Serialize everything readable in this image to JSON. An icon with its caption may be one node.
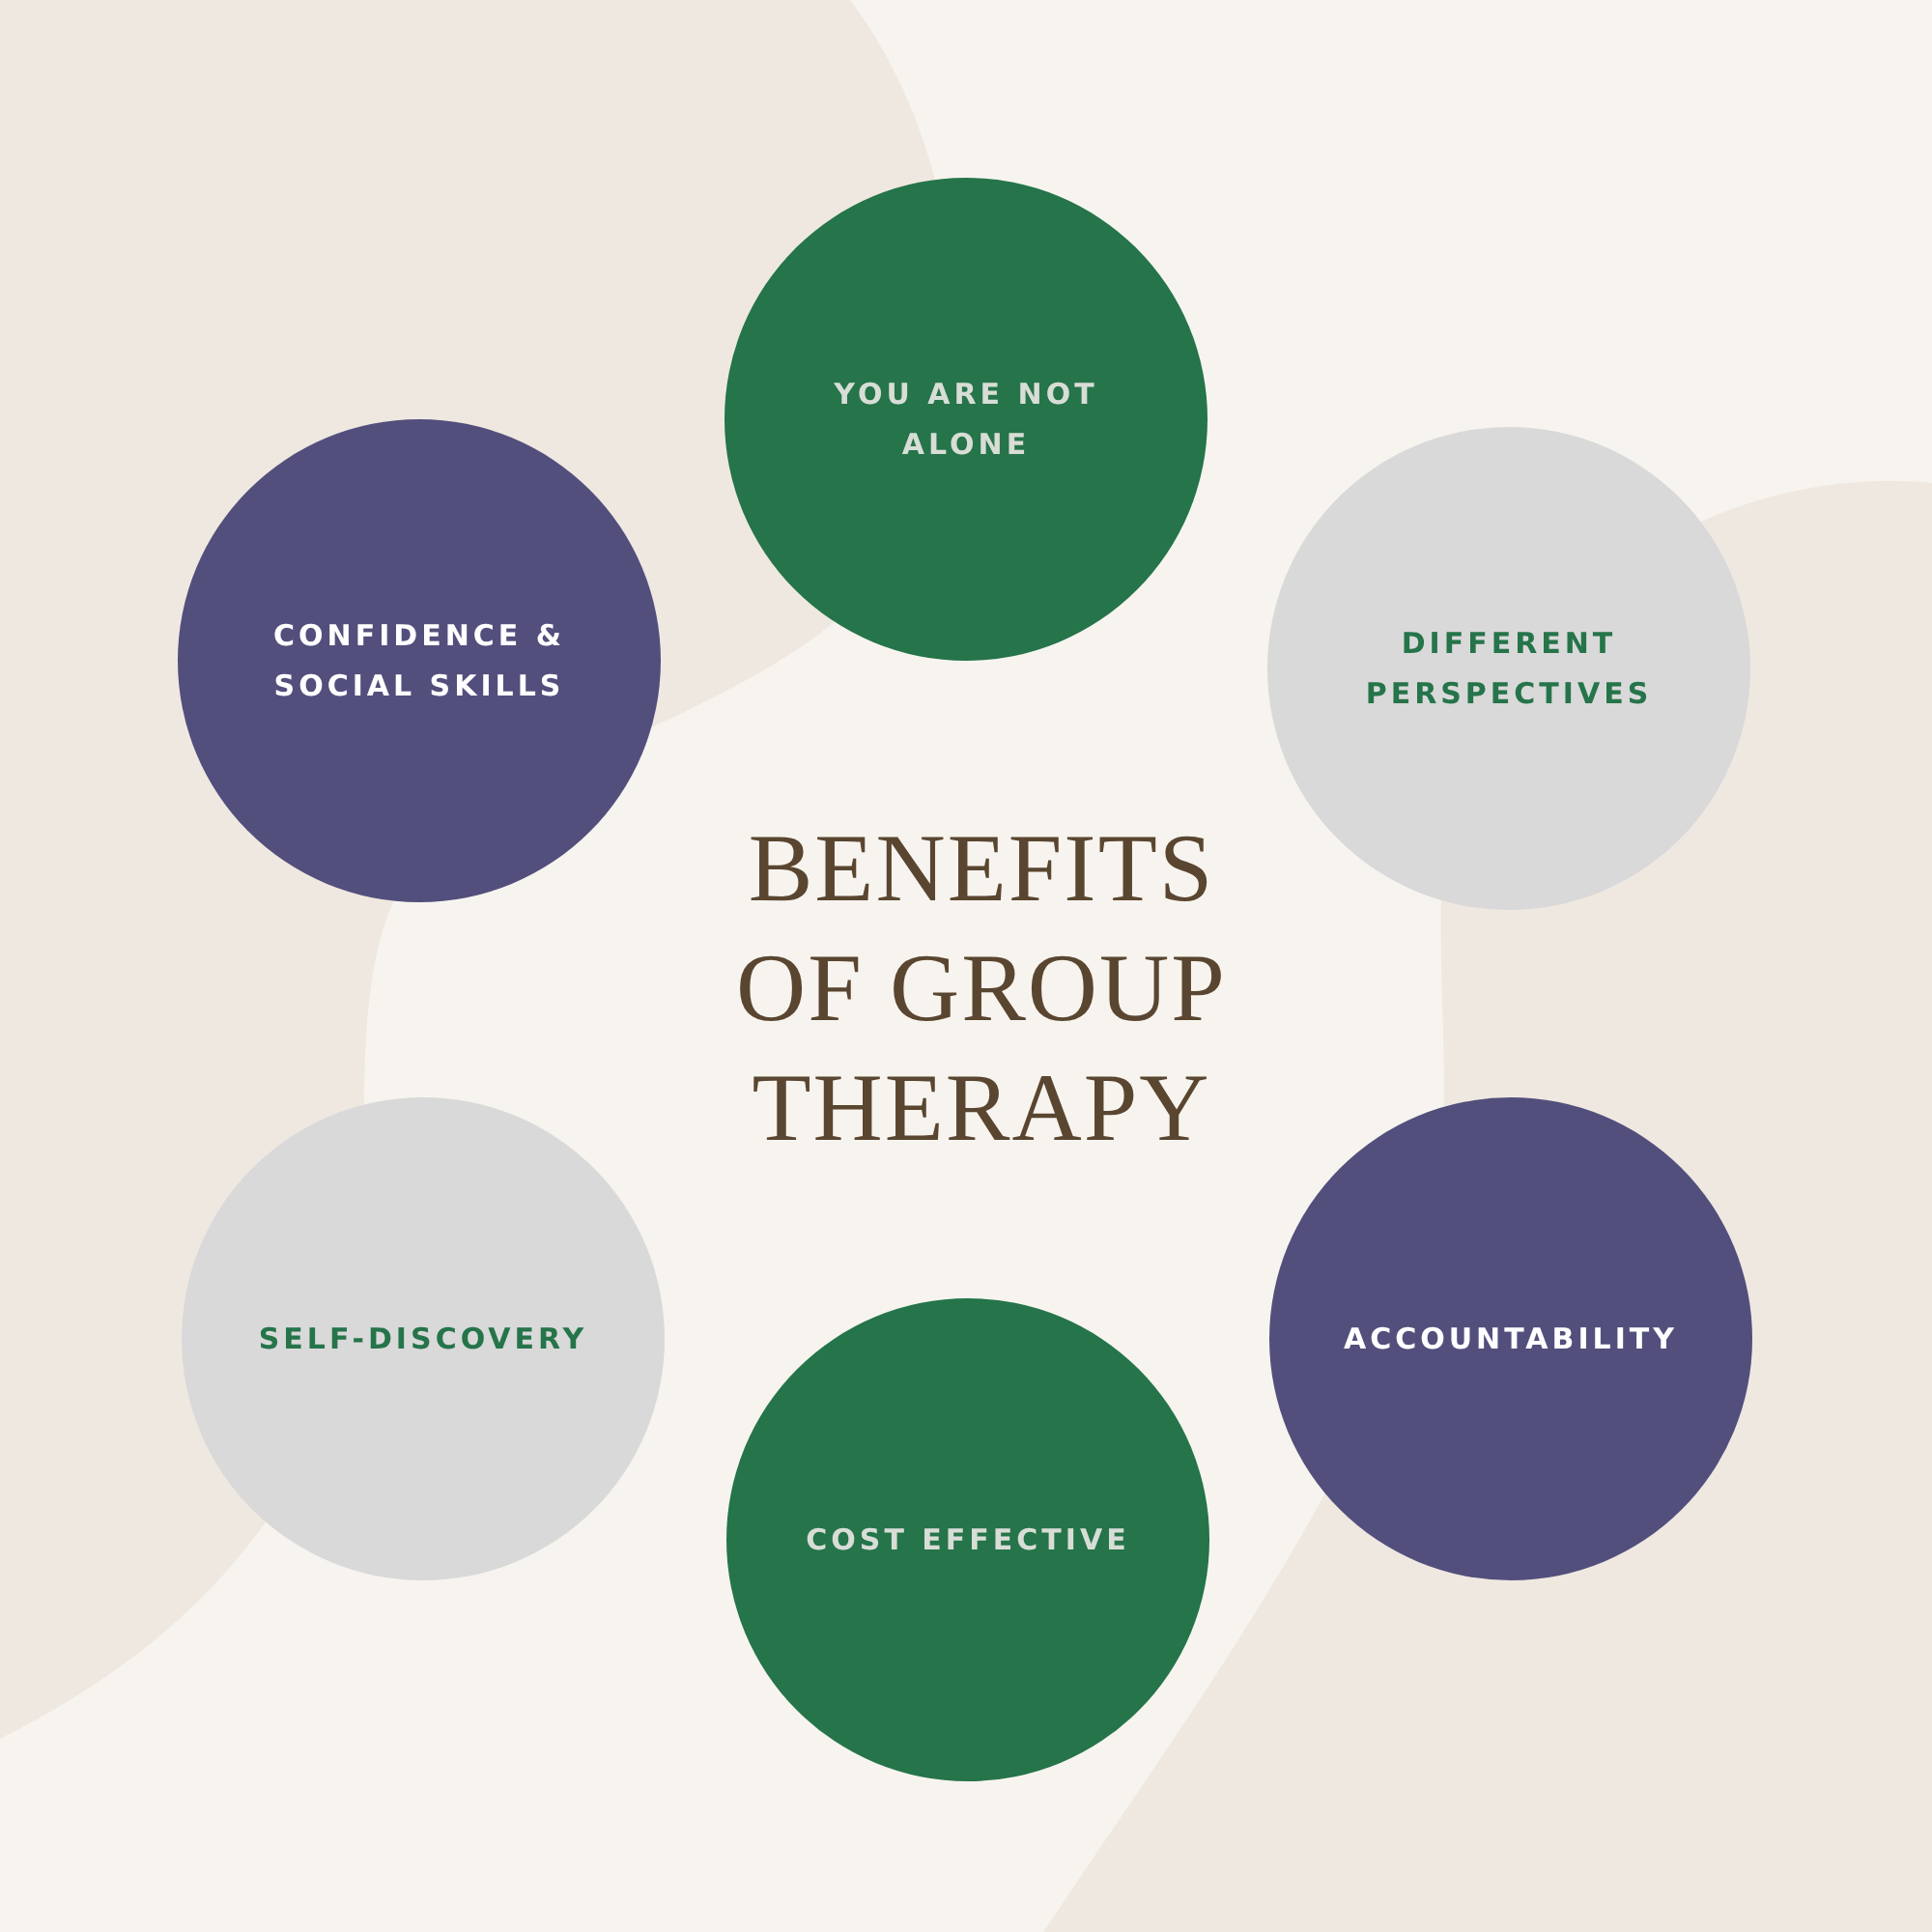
{
  "diagram": {
    "title": "BENEFITS OF GROUP THERAPY",
    "nodes": [
      {
        "text": [
          "YOU ARE NOT ALONE"
        ]
      },
      {
        "text": [
          "CONFIDENCE & SOCIAL SKILLS"
        ]
      },
      {
        "text": [
          "DIFFERENT PERSPECTIVES"
        ]
      },
      {
        "text": [
          "SELF-DISCOVERY"
        ]
      },
      {
        "text": [
          "ACCOUNTABILITY"
        ]
      },
      {
        "text": [
          "COST EFFECTIVE"
        ]
      }
    ]
  }
}
